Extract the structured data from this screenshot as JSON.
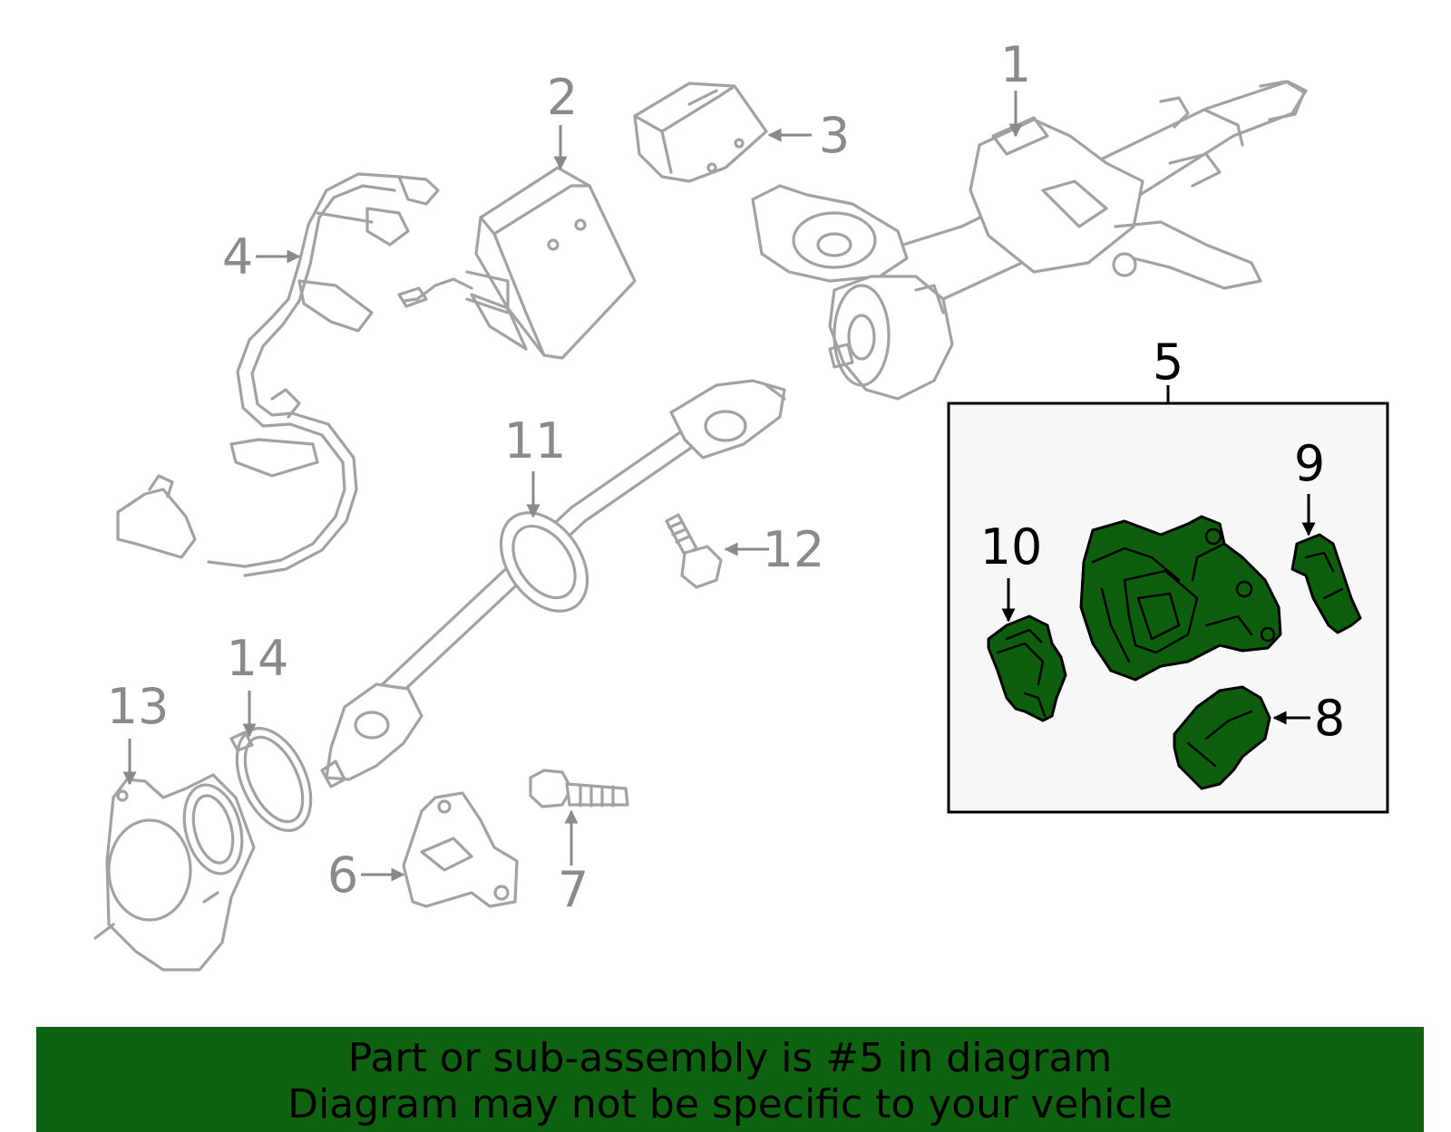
{
  "callouts": {
    "c1": "1",
    "c2": "2",
    "c3": "3",
    "c4": "4",
    "c5": "5",
    "c6": "6",
    "c7": "7",
    "c8": "8",
    "c9": "9",
    "c10": "10",
    "c11": "11",
    "c12": "12",
    "c13": "13",
    "c14": "14"
  },
  "banner": {
    "line1": "Part or sub-assembly is #5 in diagram",
    "line2": "Diagram may not be specific to your vehicle"
  },
  "colors": {
    "highlight_green": "#0d5e0d",
    "banner_green": "#0f620f",
    "part_outline_gray": "#a2a2a2",
    "subassembly_box_fill": "#f7f7f7"
  }
}
